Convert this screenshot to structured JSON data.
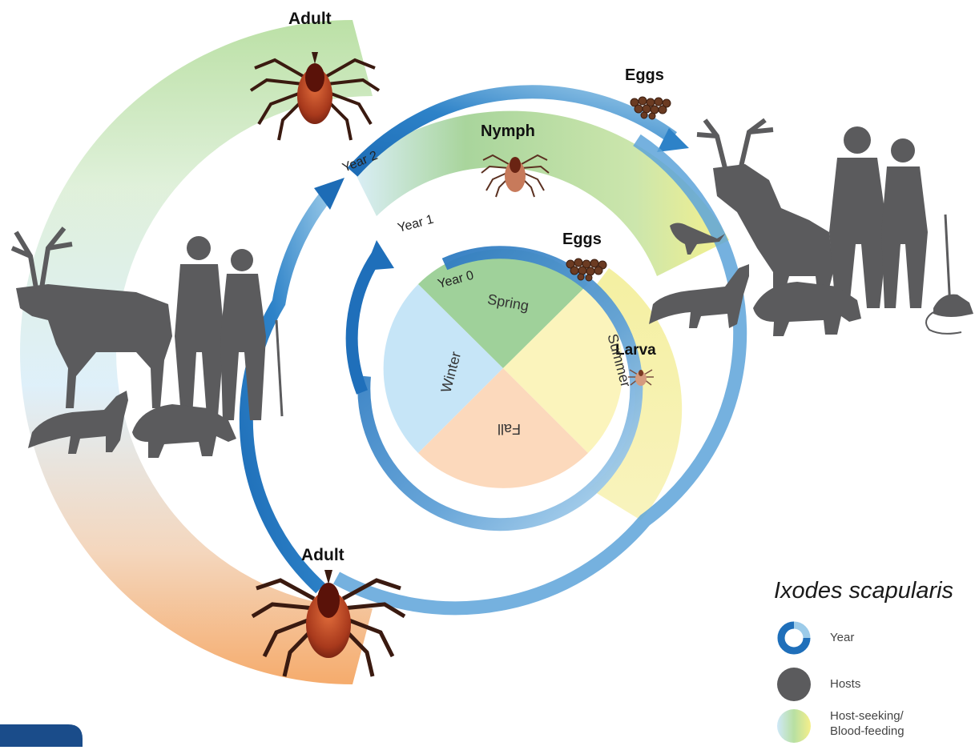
{
  "stages": {
    "adult_top": "Adult",
    "adult_bottom": "Adult",
    "eggs_outer": "Eggs",
    "eggs_inner": "Eggs",
    "nymph": "Nymph",
    "larva": "Larva"
  },
  "years": {
    "year0": "Year 0",
    "year1": "Year 1",
    "year2": "Year 2"
  },
  "seasons": {
    "spring": "Spring",
    "summer": "Summer",
    "fall": "Fall",
    "winter": "Winter"
  },
  "legend": {
    "title": "Ixodes scapularis",
    "year": "Year",
    "hosts": "Hosts",
    "host_seeking_line1": "Host-seeking/",
    "host_seeking_line2": "Blood-feeding"
  },
  "colors": {
    "spring": "#9fd19a",
    "summer": "#fbf4bc",
    "fall": "#fcd9bc",
    "winter": "#c6e5f7",
    "year_arrow": "#1f6fba",
    "host_silhouette": "#5b5b5d",
    "tick_body": "#9a3418"
  }
}
